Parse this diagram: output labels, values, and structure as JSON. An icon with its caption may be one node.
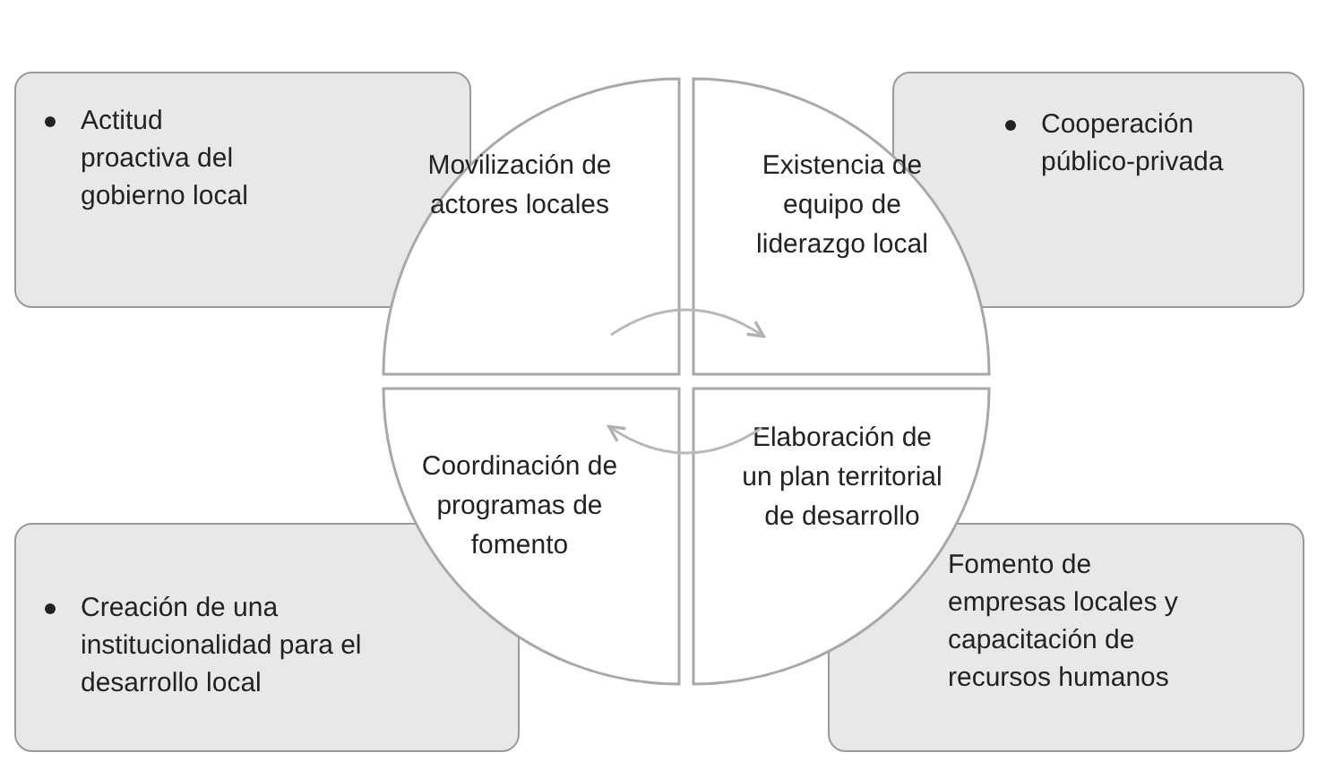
{
  "diagram": {
    "nodes": [
      {
        "text": [
          "Actitud proactiva del gobierno local"
        ]
      },
      {
        "text": [
          "Movilización de actores locales"
        ]
      },
      {
        "text": [
          "Existencia de equipo de liderazgo local"
        ]
      },
      {
        "text": [
          "Cooperación público-privada"
        ]
      },
      {
        "text": [
          "Coordinación de programas de fomento"
        ]
      },
      {
        "text": [
          "Elaboración de un plan territorial de desarrollo"
        ]
      },
      {
        "text": [
          "Creación de una institucionalidad para el desarrollo local"
        ]
      },
      {
        "text": [
          "Fomento de empresas locales y capacitación de recursos humanos"
        ]
      }
    ],
    "edges": [
      {
        "from": 1,
        "to": 2,
        "arrow": "to"
      },
      {
        "from": 5,
        "to": 4,
        "arrow": "to"
      }
    ]
  }
}
